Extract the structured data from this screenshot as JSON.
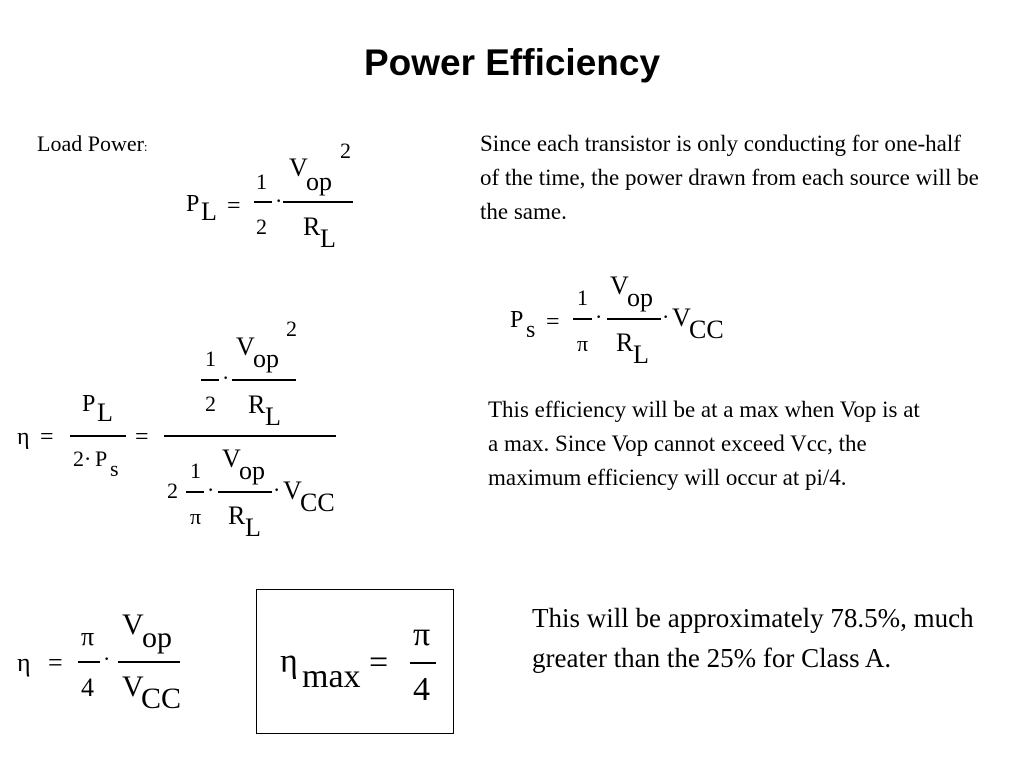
{
  "slide": {
    "title": "Power Efficiency",
    "load_power_label": "Load Power",
    "load_power_colon": ":",
    "paragraphs": {
      "conduction": "Since each transistor is only conducting for one-half of the time, the power drawn from each source will be the same.",
      "max_efficiency": "This efficiency will be at a max when Vop is at a max.  Since Vop cannot exceed Vcc, the maximum efficiency will occur at pi/4.",
      "approximation": "This will be approximately 78.5%, much greater than the 25% for Class A."
    }
  },
  "symbols": {
    "P": "P",
    "V": "V",
    "R": "R",
    "op": "op",
    "L": "L",
    "s": "s",
    "CC": "CC",
    "max": "max",
    "eta": "η",
    "pi": "π",
    "one": "1",
    "two": "2",
    "four": "4",
    "equals": "=",
    "cdot": "·",
    "two_cdot": "2·"
  }
}
